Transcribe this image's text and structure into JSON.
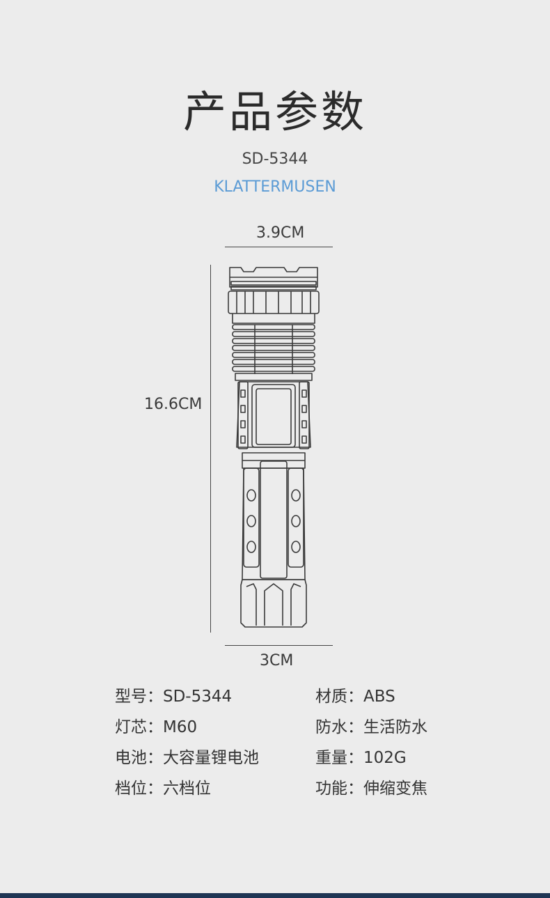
{
  "title": "产品参数",
  "model": "SD-5344",
  "brand": {
    "text": "KLATTERMUSEN",
    "color": "#5b9bd5"
  },
  "dimensions": {
    "top_width": "3.9CM",
    "height": "16.6CM",
    "bottom_width": "3CM"
  },
  "drawing": {
    "icon": "flashlight-line-drawing-icon"
  },
  "specs": [
    {
      "label": "型号：",
      "value": "SD-5344"
    },
    {
      "label": "材质：",
      "value": "ABS"
    },
    {
      "label": "灯芯：",
      "value": "M60"
    },
    {
      "label": "防水：",
      "value": "生活防水"
    },
    {
      "label": "电池：",
      "value": "大容量锂电池"
    },
    {
      "label": "重量：",
      "value": "102G"
    },
    {
      "label": "档位：",
      "value": "六档位"
    },
    {
      "label": "功能：",
      "value": "伸缩变焦"
    }
  ],
  "bottom_bar_color": "#1f3554"
}
